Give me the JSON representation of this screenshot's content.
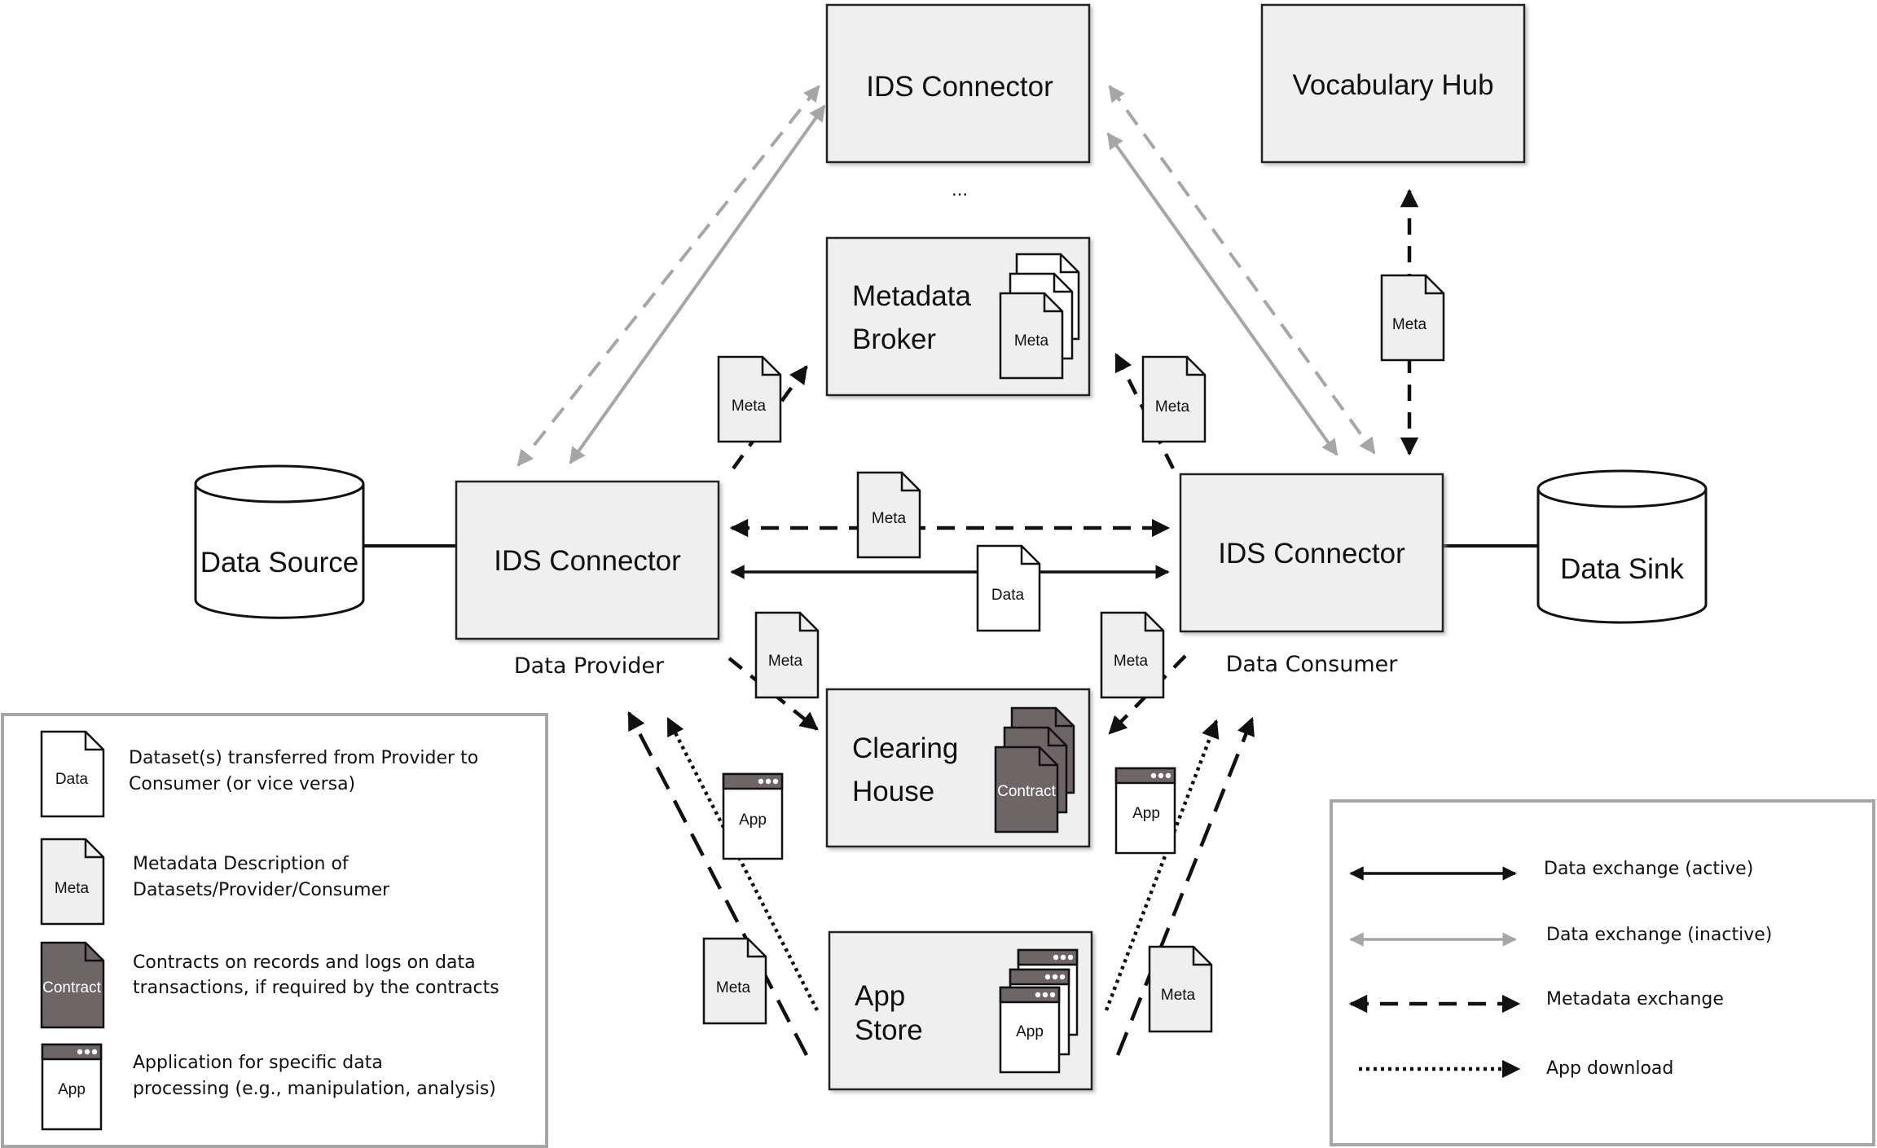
{
  "nodes": {
    "ids_top": "IDS Connector",
    "vocab_hub": "Vocabulary Hub",
    "ellipsis": "...",
    "broker_line1": "Metadata",
    "broker_line2": "Broker",
    "ids_provider": "IDS Connector",
    "ids_consumer": "IDS Connector",
    "data_source": "Data Source",
    "data_sink": "Data Sink",
    "provider_label": "Data Provider",
    "consumer_label": "Data Consumer",
    "clearing_line1": "Clearing",
    "clearing_line2": "House",
    "appstore_line1": "App",
    "appstore_line2": "Store"
  },
  "doc_labels": {
    "meta": "Meta",
    "data": "Data",
    "contract": "Contract",
    "app": "App"
  },
  "legend_left": {
    "data_desc_1": "Dataset(s) transferred from Provider to",
    "data_desc_2": "Consumer (or vice versa)",
    "meta_desc_1": "Metadata Description of",
    "meta_desc_2": "Datasets/Provider/Consumer",
    "contract_desc_1": "Contracts on records and logs on data",
    "contract_desc_2": "transactions, if required by the contracts",
    "app_desc_1": "Application for specific data",
    "app_desc_2": "processing (e.g., manipulation, analysis)"
  },
  "legend_right": {
    "active": "Data exchange (active)",
    "inactive": "Data exchange (inactive)",
    "metadata": "Metadata exchange",
    "app_download": "App download"
  },
  "colors": {
    "box_fill": "#efefef",
    "inactive_arrow": "#a6a6a6",
    "contract_fill": "#6d6566",
    "app_header": "#6d6566"
  }
}
